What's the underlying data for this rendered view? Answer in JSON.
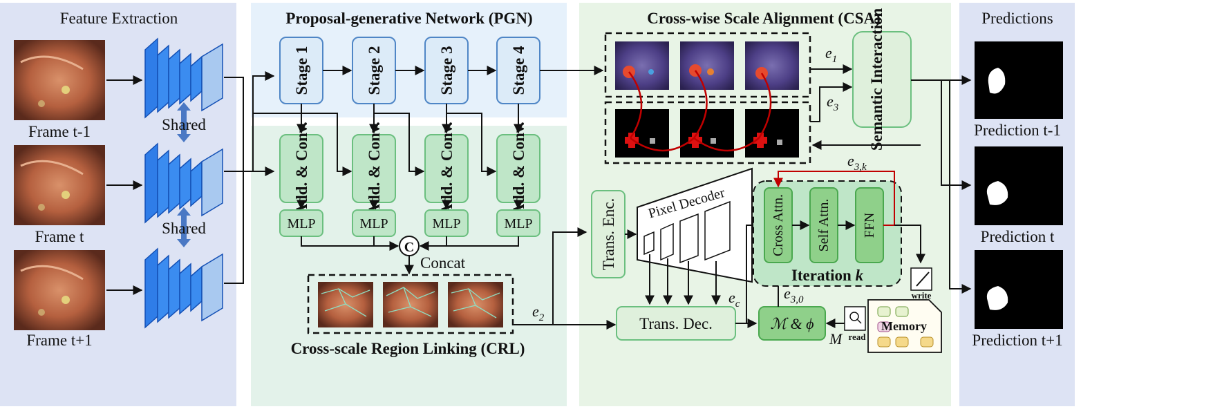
{
  "sections": {
    "feature_extraction": "Feature Extraction",
    "pgn": "Proposal-generative Network (PGN)",
    "csa": "Cross-wise Scale Alignment (CSA)",
    "predictions": "Predictions",
    "crl": "Cross-scale Region Linking (CRL)"
  },
  "frames": [
    "Frame t-1",
    "Frame t",
    "Frame t+1"
  ],
  "shared": "Shared",
  "stages": [
    "Stage 1",
    "Stage 2",
    "Stage 3",
    "Stage 4"
  ],
  "add_conv": "Add. & Conv.",
  "mlp": "MLP",
  "concat_symbol": "C",
  "concat": "Concat",
  "semantic_interaction": "Semantic Interaction",
  "trans_enc": "Trans. Enc.",
  "pixel_decoder": "Pixel Decoder",
  "trans_dec": "Trans. Dec.",
  "iteration": {
    "cross_attn": "Cross Attn.",
    "self_attn": "Self Attn.",
    "ffn": "FFN",
    "label_prefix": "Iteration ",
    "label_k": "k"
  },
  "m_phi": "ℳ & ϕ",
  "memory": "Memory",
  "write": "write",
  "read": "read",
  "symbols": {
    "e1": "e",
    "e1_sub": "1",
    "e3": "e",
    "e3_sub": "3",
    "e3k": "e",
    "e3k_sub": "3,k",
    "e2": "e",
    "e2_sub": "2",
    "ec": "e",
    "ec_sub": "c",
    "e30": "e",
    "e30_sub": "3,0",
    "M": "M"
  },
  "predictions_list": [
    "Prediction t-1",
    "Prediction t",
    "Prediction t+1"
  ],
  "colors": {
    "bg_feature": "#dde3f4",
    "bg_pgn": "#e6f1fb",
    "bg_crl": "#e3f2ea",
    "bg_csa": "#e8f4e6",
    "stage_fill": "#dcebf8",
    "stage_stroke": "#4f86c6",
    "green_fill": "#bfe6c8",
    "green_stroke": "#6bbf7f",
    "backbone": "#2f7de8",
    "memory_red": "#c00000"
  }
}
